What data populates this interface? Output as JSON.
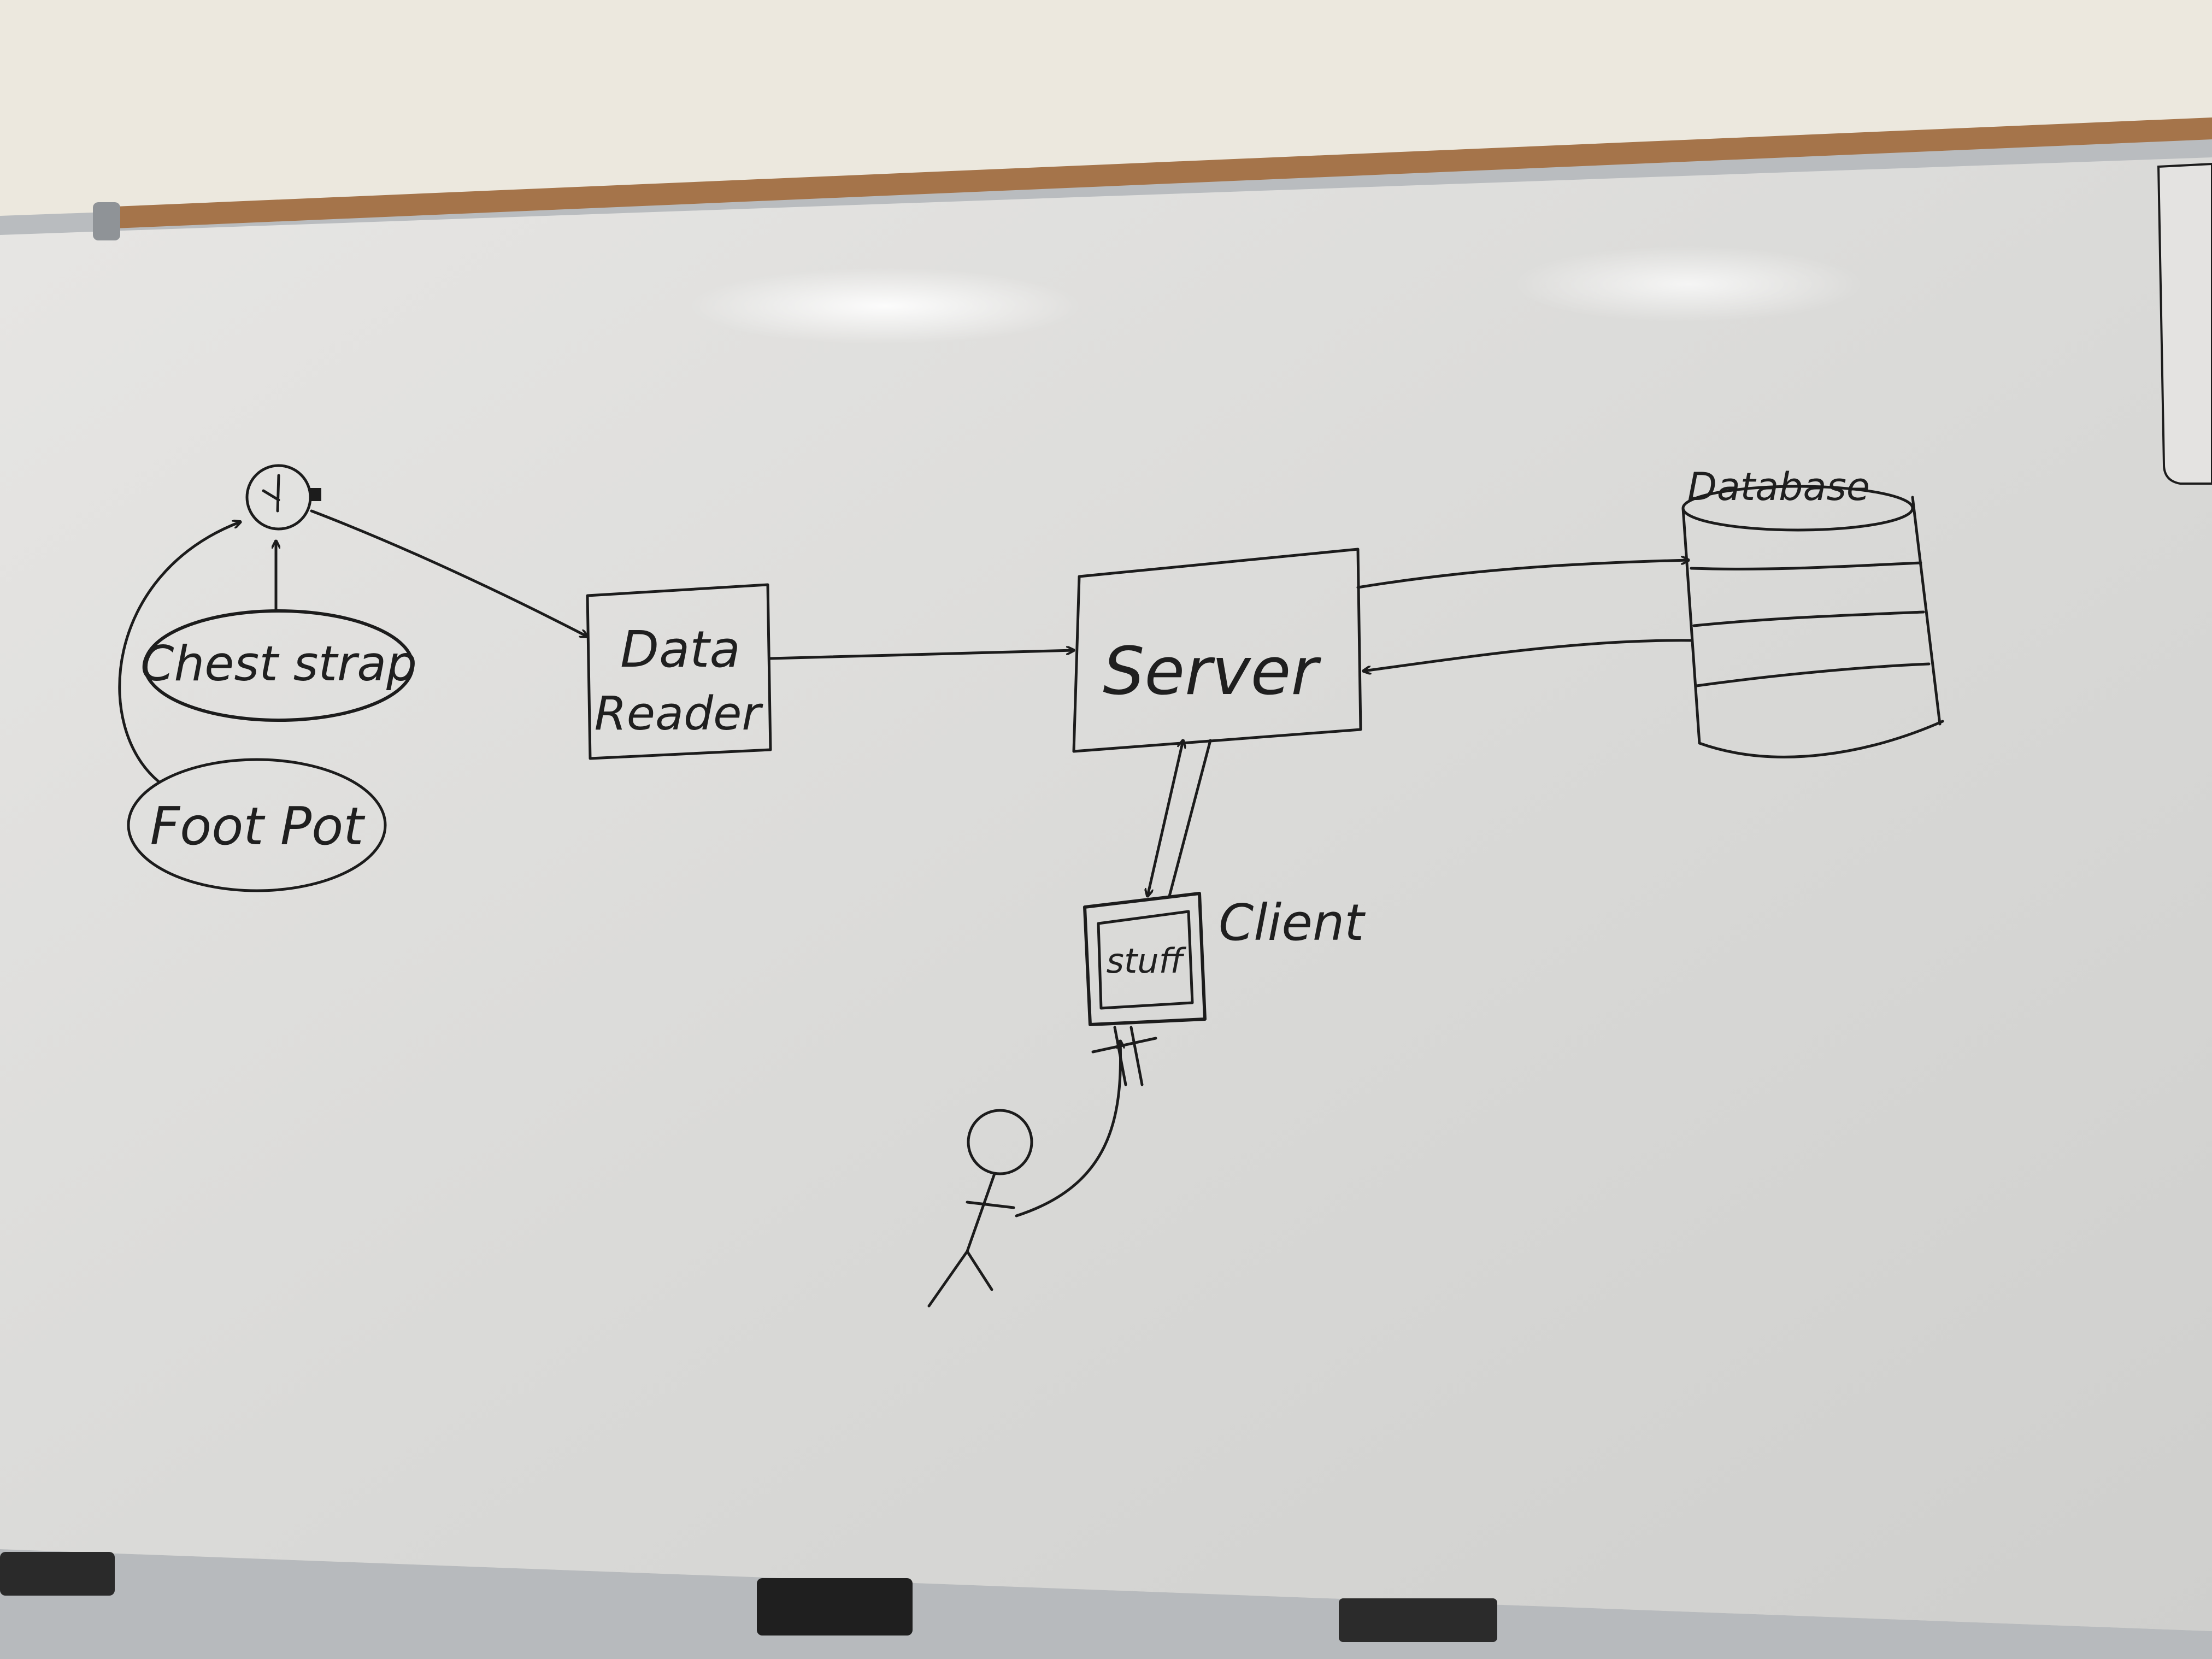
{
  "diagram": {
    "nodes": {
      "watch": {
        "shape": "clock"
      },
      "chest_strap": {
        "label": "Chest strap"
      },
      "foot_pod": {
        "label": "Foot Pot"
      },
      "data_reader": {
        "label_line1": "Data",
        "label_line2": "Reader"
      },
      "server": {
        "label": "Server"
      },
      "database": {
        "label": "Database"
      },
      "client": {
        "label": "Client",
        "screen_label": "stuff"
      },
      "user": {
        "shape": "stick-figure"
      }
    },
    "edges": [
      {
        "from": "chest_strap",
        "to": "watch",
        "arrow": "single"
      },
      {
        "from": "foot_pod",
        "to": "watch",
        "arrow": "single"
      },
      {
        "from": "watch",
        "to": "data_reader",
        "arrow": "single"
      },
      {
        "from": "data_reader",
        "to": "server",
        "arrow": "single"
      },
      {
        "from": "server",
        "to": "database",
        "arrow": "single"
      },
      {
        "from": "database",
        "to": "server",
        "arrow": "single"
      },
      {
        "from": "server",
        "to": "client",
        "arrow": "double"
      },
      {
        "from": "user",
        "to": "client",
        "arrow": "single"
      }
    ],
    "edge_color": "#1c1c1c"
  },
  "board": {
    "surface_color": "#dcdcda",
    "frame_color": "#b9bcbf",
    "cork_strip_color": "#a5744a",
    "wall_color": "#ece8de",
    "tray_items": [
      "eraser",
      "eraser",
      "marker"
    ]
  }
}
